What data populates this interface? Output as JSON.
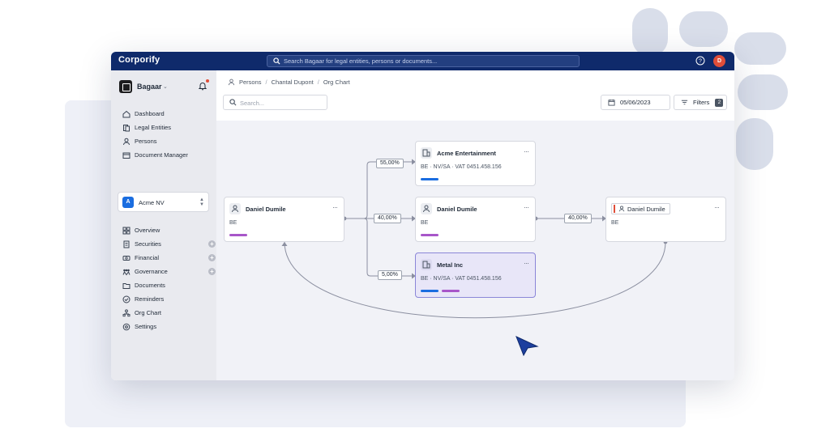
{
  "app": {
    "name": "Corporify"
  },
  "topbar": {
    "search_placeholder": "Search Bagaar for legal entities, persons or documents...",
    "avatar_initial": "D"
  },
  "workspace": {
    "name": "Bagaar"
  },
  "nav_main": [
    {
      "label": "Dashboard",
      "icon": "home-icon"
    },
    {
      "label": "Legal Entities",
      "icon": "legal-entities-icon"
    },
    {
      "label": "Persons",
      "icon": "person-icon"
    },
    {
      "label": "Document Manager",
      "icon": "document-manager-icon"
    }
  ],
  "entity_selector": {
    "badge": "A",
    "name": "Acme NV"
  },
  "nav_entity": [
    {
      "label": "Overview",
      "icon": "grid-icon"
    },
    {
      "label": "Securities",
      "icon": "securities-icon",
      "has_add": true
    },
    {
      "label": "Financial",
      "icon": "financial-icon",
      "has_add": true
    },
    {
      "label": "Governance",
      "icon": "governance-icon",
      "has_add": true
    },
    {
      "label": "Documents",
      "icon": "folder-icon"
    },
    {
      "label": "Reminders",
      "icon": "check-circle-icon"
    },
    {
      "label": "Org Chart",
      "icon": "org-chart-icon"
    },
    {
      "label": "Settings",
      "icon": "settings-icon"
    }
  ],
  "breadcrumb": [
    "Persons",
    "Chantal Dupont",
    "Org Chart"
  ],
  "page_search": {
    "placeholder": "Search..."
  },
  "date_filter": {
    "value": "05/06/2023"
  },
  "filters": {
    "label": "Filters",
    "count": "2"
  },
  "org_chart": {
    "nodes": {
      "daniel_left": {
        "title": "Daniel Dumile",
        "subtitle": "BE"
      },
      "acme": {
        "title": "Acme Entertainment",
        "subtitle": "BE · NV/SA · VAT 0451.458.156"
      },
      "daniel_mid": {
        "title": "Daniel Dumile",
        "subtitle": "BE"
      },
      "metal": {
        "title": "Metal Inc",
        "subtitle": "BE · NV/SA · VAT 0451.458.156"
      },
      "daniel_right": {
        "title": "Daniel Dumile",
        "subtitle": "BE"
      }
    },
    "edge_labels": {
      "to_acme": "55,00%",
      "to_daniel_mid": "40,00%",
      "to_metal": "5,00%",
      "to_daniel_right": "40,00%"
    },
    "more_glyph": "···"
  },
  "colors": {
    "topbar": "#0f2a6b",
    "accent_blue": "#1a6de0",
    "accent_purple": "#a856c9",
    "alert_red": "#e04e39"
  }
}
